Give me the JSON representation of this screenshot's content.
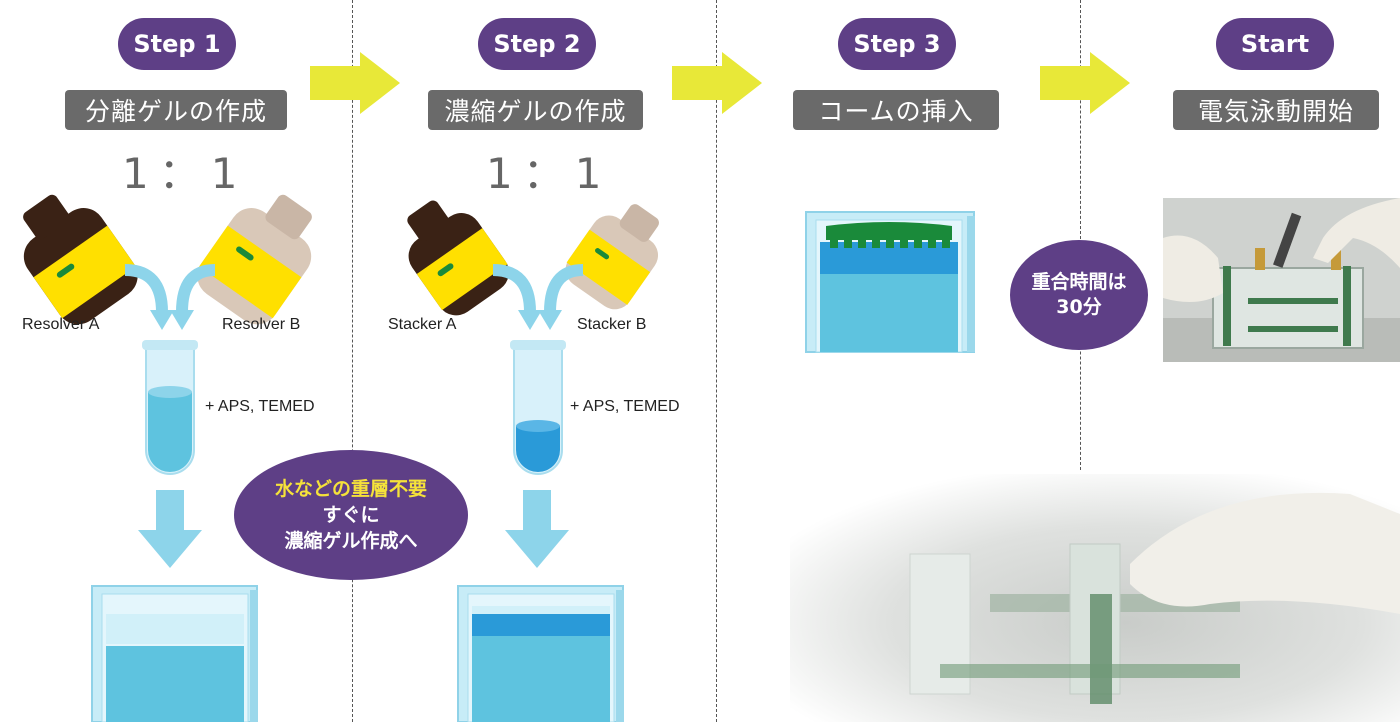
{
  "steps": [
    {
      "badge": "Step 1",
      "title": "分離ゲルの作成",
      "ratio": "1：1",
      "reagent_a": "Resolver A",
      "reagent_b": "Resolver B",
      "additive": "+ APS, TEMED"
    },
    {
      "badge": "Step 2",
      "title": "濃縮ゲルの作成",
      "ratio": "1：1",
      "reagent_a": "Stacker A",
      "reagent_b": "Stacker B",
      "additive": "+ APS, TEMED"
    },
    {
      "badge": "Step 3",
      "title": "コームの挿入"
    },
    {
      "badge": "Start",
      "title": "電気泳動開始"
    }
  ],
  "note_bubble": {
    "highlight": "水などの重層不要",
    "line2": "すぐに",
    "line3": "濃縮ゲル作成へ"
  },
  "time_bubble": {
    "line1": "重合時間は",
    "line2": "30分"
  },
  "colors": {
    "purple": "#5e3f86",
    "arrow_yellow": "#e8e838",
    "gray_box": "#6a6a6a",
    "liquid": "#5ec3df",
    "stacker_gel": "#2a9ad8",
    "comb_green": "#1a8a3a",
    "highlight_text": "#f5e23a"
  }
}
